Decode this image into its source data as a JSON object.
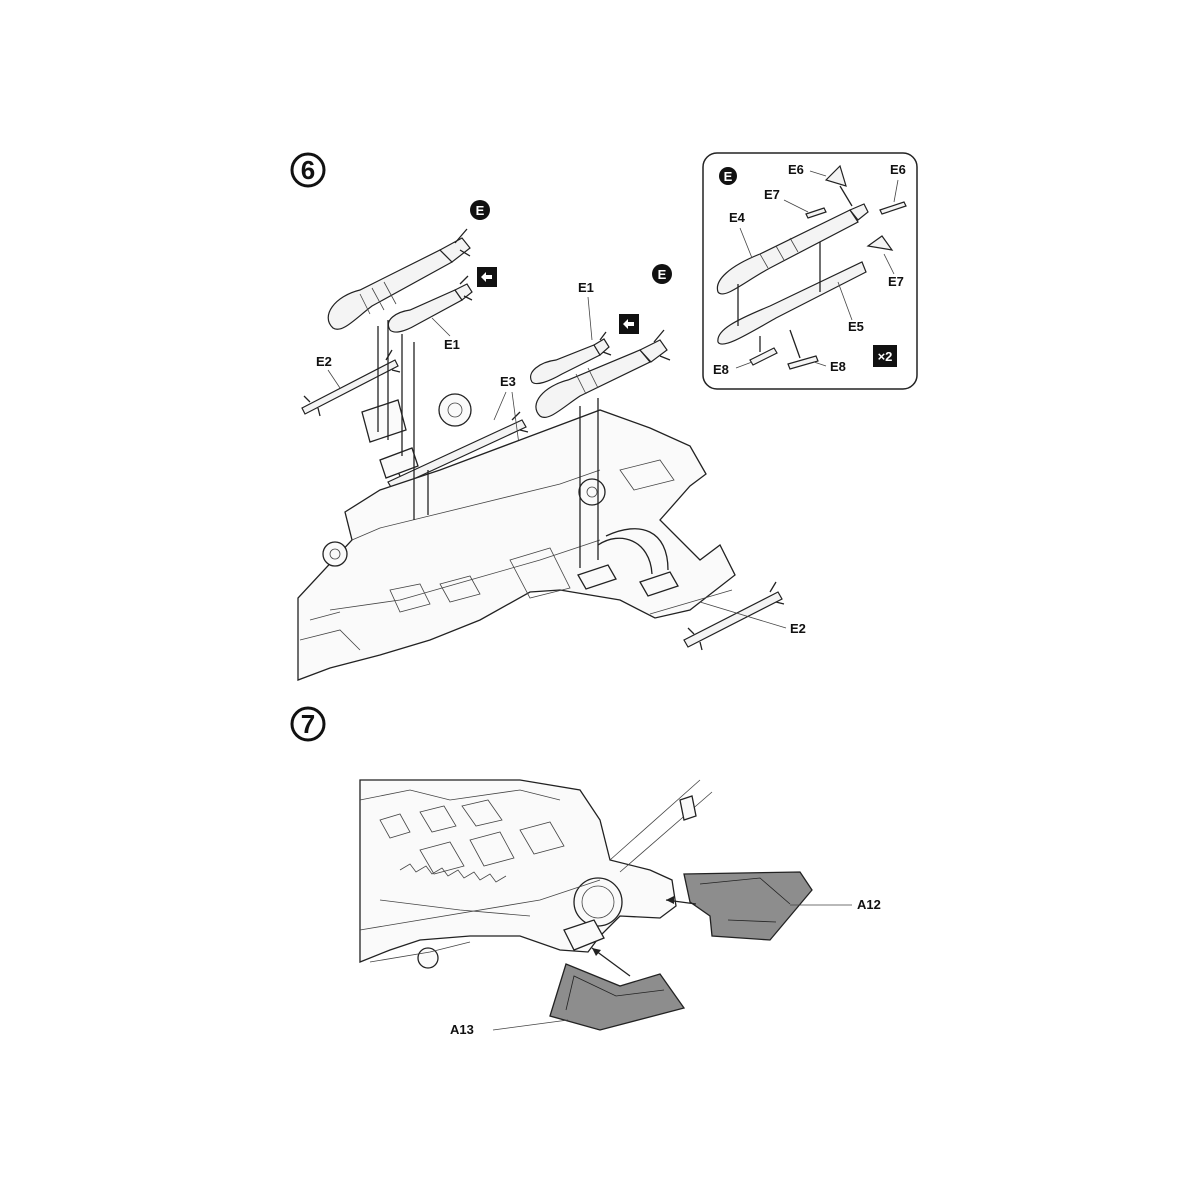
{
  "step6": {
    "number": "6",
    "sprue_letter": "E",
    "labels": {
      "e1_left": "E1",
      "e1_right": "E1",
      "e2_left": "E2",
      "e2_right": "E2",
      "e3": "E3"
    }
  },
  "detail_box": {
    "sprue_letter": "E",
    "labels": {
      "e6_left": "E6",
      "e6_right": "E6",
      "e7_top": "E7",
      "e7_right": "E7",
      "e4": "E4",
      "e5": "E5",
      "e8_left": "E8",
      "e8_right": "E8"
    },
    "quantity": "×2"
  },
  "step7": {
    "number": "7",
    "labels": {
      "a12": "A12",
      "a13": "A13"
    }
  },
  "colors": {
    "line": "#222222",
    "part_fill": "#8d8d8d",
    "background": "#ffffff"
  },
  "icons": [
    "rotate-view-icon",
    "sprue-badge-icon",
    "step-number-icon",
    "quantity-badge-icon"
  ]
}
